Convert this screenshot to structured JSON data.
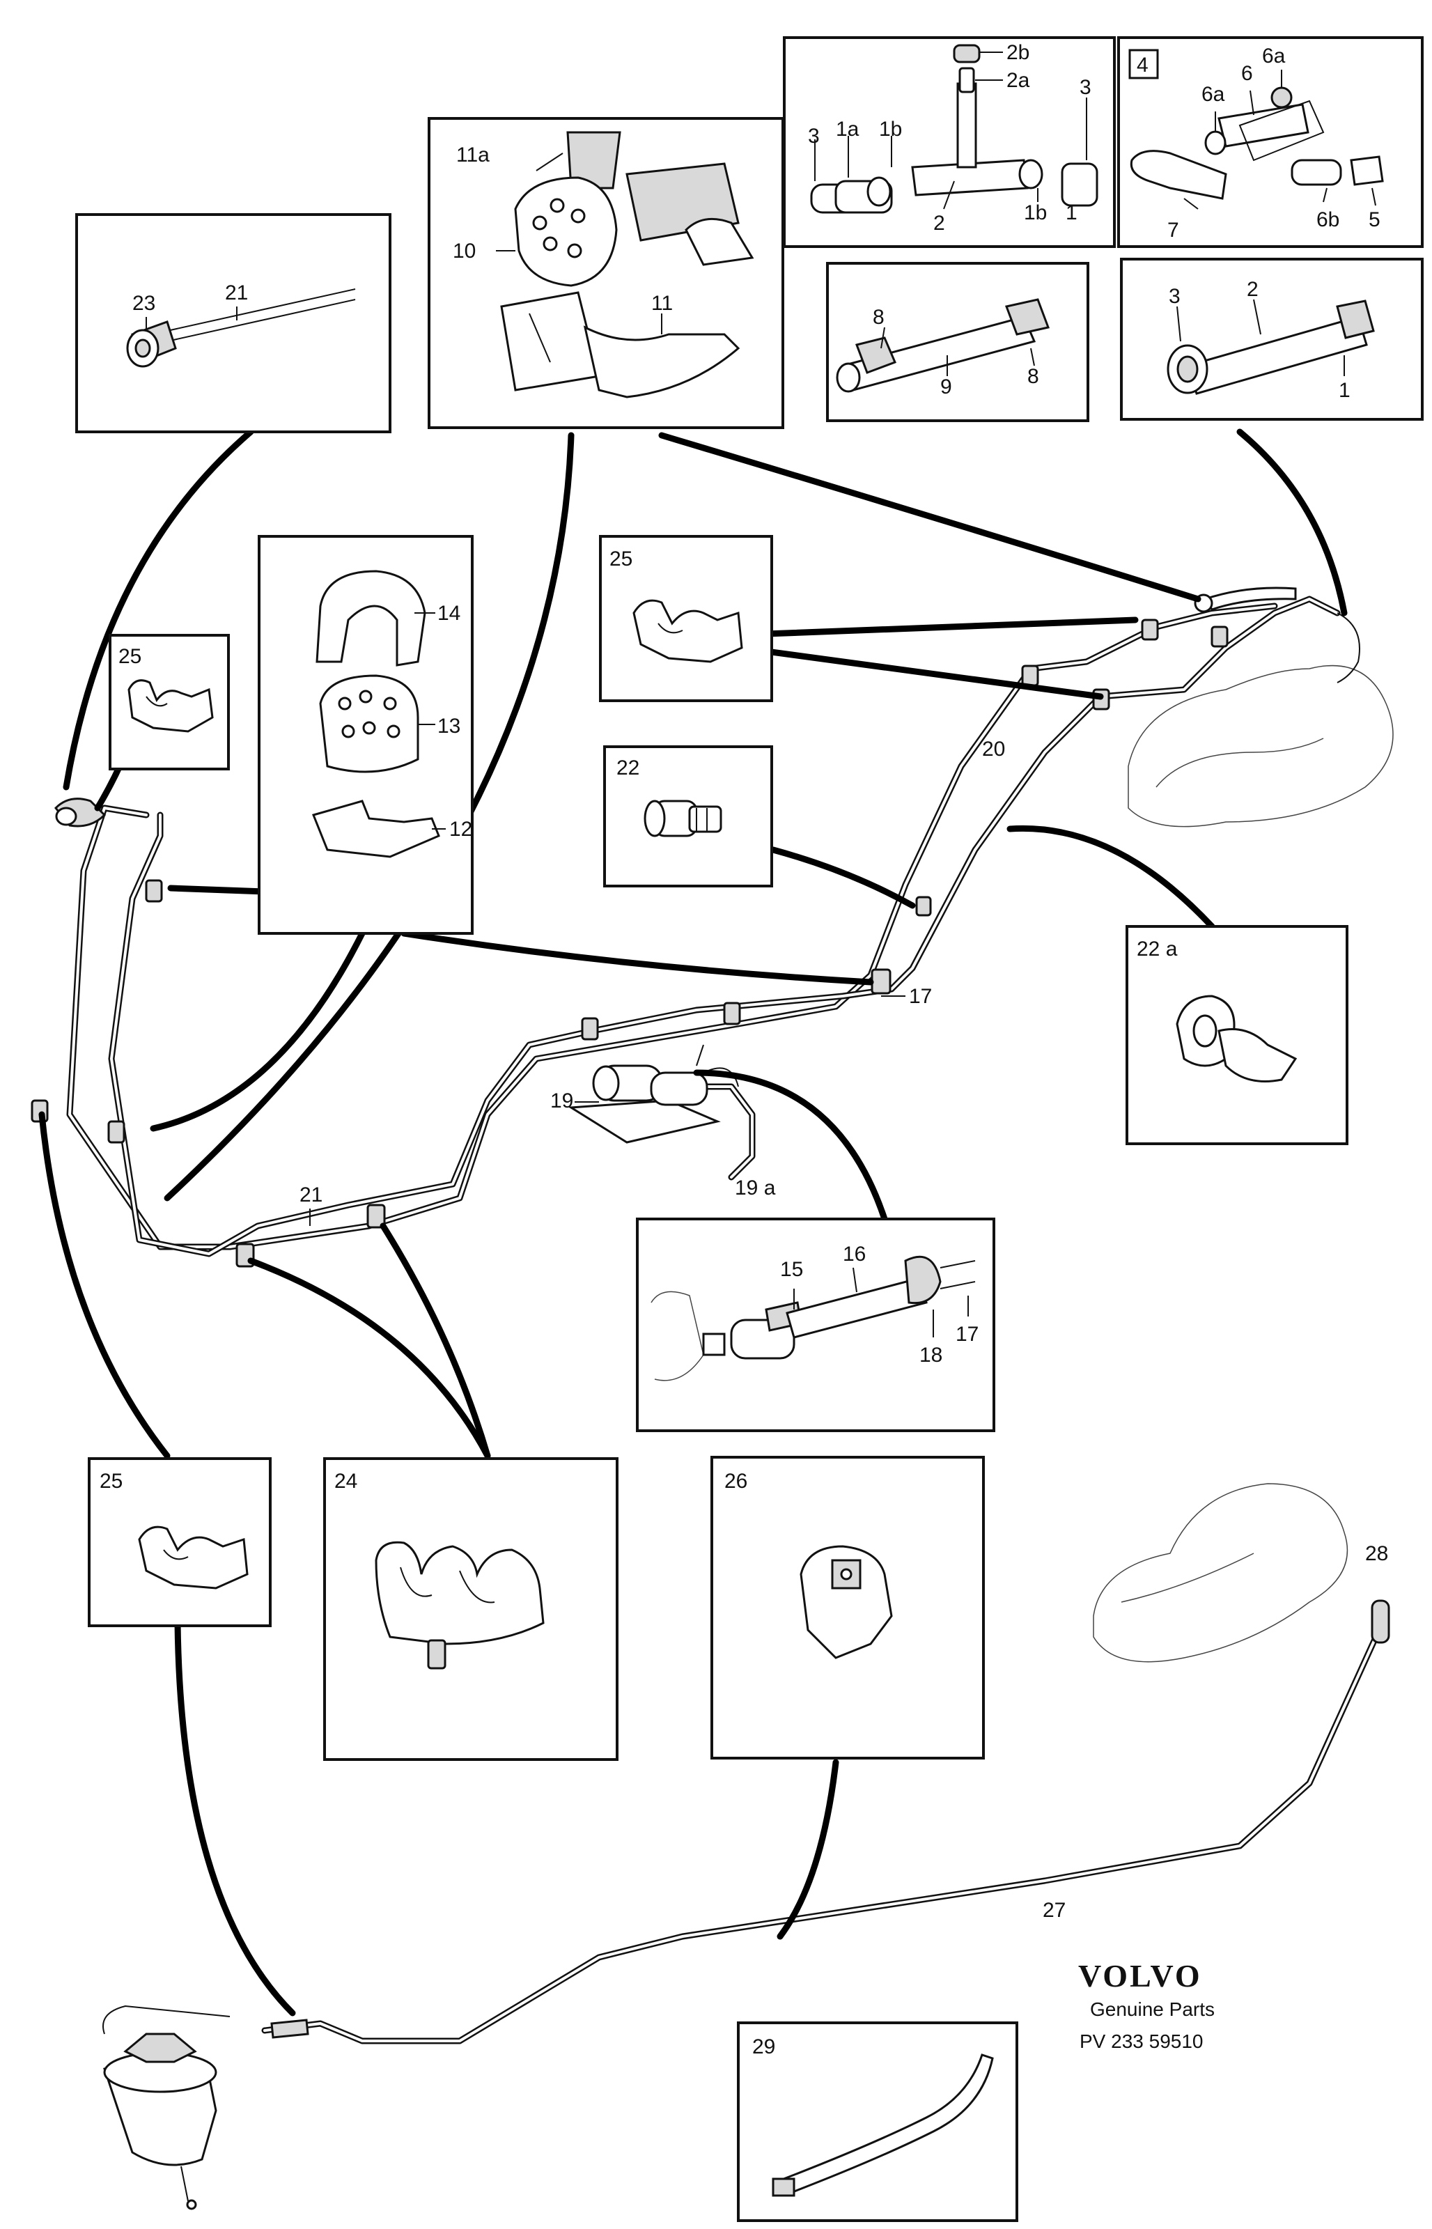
{
  "brand": {
    "name": "VOLVO",
    "tagline": "Genuine Parts",
    "code": "PV 233 59510"
  },
  "labels": {
    "l1": "1",
    "l1a": "1a",
    "l1b": "1b",
    "l2": "2",
    "l2a": "2a",
    "l2b": "2b",
    "l3": "3",
    "l4": "4",
    "l5": "5",
    "l6": "6",
    "l6a": "6a",
    "l6b": "6b",
    "l7": "7",
    "l8": "8",
    "l9": "9",
    "l10": "10",
    "l11": "11",
    "l11a": "11a",
    "l12": "12",
    "l13": "13",
    "l14": "14",
    "l15": "15",
    "l16": "16",
    "l17": "17",
    "l18": "18",
    "l19": "19",
    "l19a": "19 a",
    "l20": "20",
    "l21": "21",
    "l22": "22",
    "l22a": "22 a",
    "l23": "23",
    "l24": "24",
    "l25": "25",
    "l26": "26",
    "l27": "27",
    "l28": "28",
    "l29": "29"
  }
}
